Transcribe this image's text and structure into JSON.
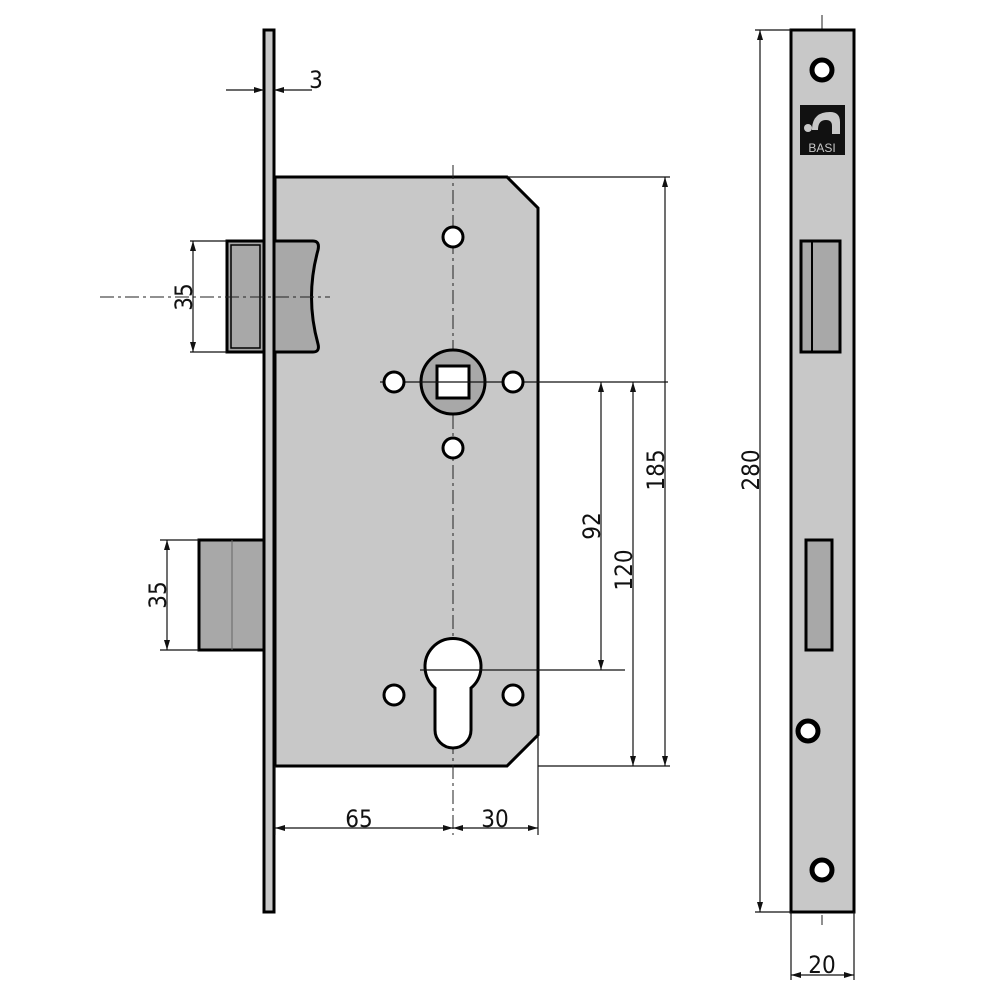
{
  "title": "Mortise lock technical drawing",
  "dimensions": {
    "faceplate_thickness": "3",
    "latch_height": "35",
    "bolt_height": "35",
    "backset": "65",
    "front_to_center": "30",
    "center_distance": "92",
    "spindle_to_bottom": "120",
    "case_height": "185",
    "faceplate_length": "280",
    "faceplate_width": "20"
  },
  "logo": {
    "text": "BASI"
  },
  "colors": {
    "body": "#c8c8c8",
    "bolt": "#a8a8a8",
    "line": "#000000"
  }
}
